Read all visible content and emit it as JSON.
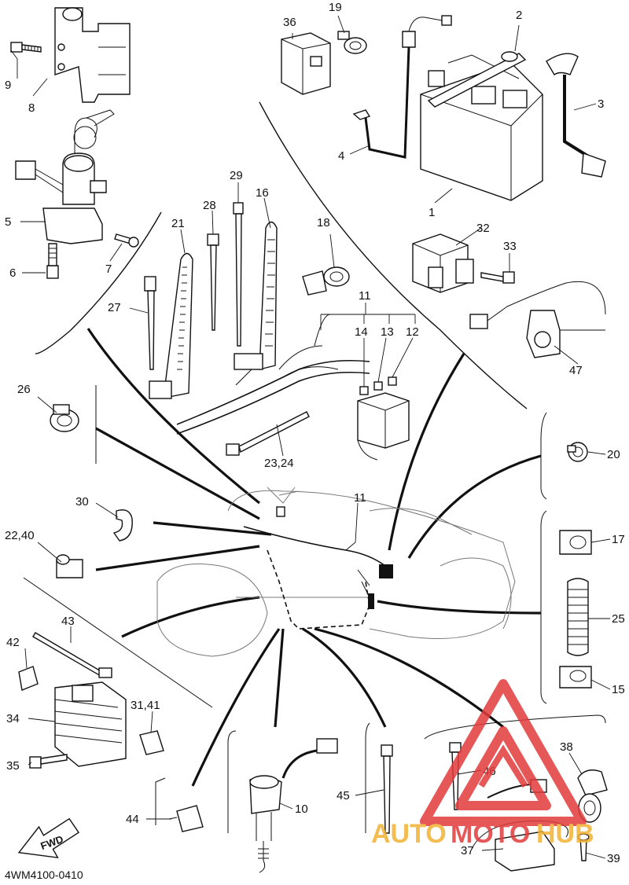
{
  "diagram": {
    "code": "4WM4100-0410",
    "fwd_label": "FWD",
    "labels": {
      "p1": "1",
      "p2": "2",
      "p3": "3",
      "p4": "4",
      "p5": "5",
      "p6": "6",
      "p7": "7",
      "p8": "8",
      "p9": "9",
      "p10": "10",
      "p11_top": "11",
      "p11_mid": "11",
      "p12": "12",
      "p13": "13",
      "p14": "14",
      "p15": "15",
      "p16": "16",
      "p17": "17",
      "p18": "18",
      "p19": "19",
      "p20": "20",
      "p21": "21",
      "p22_40": "22,40",
      "p23_24": "23,24",
      "p25": "25",
      "p26": "26",
      "p27": "27",
      "p28": "28",
      "p29": "29",
      "p30": "30",
      "p31_41": "31,41",
      "p32": "32",
      "p33": "33",
      "p34": "34",
      "p35": "35",
      "p36": "36",
      "p37": "37",
      "p38": "38",
      "p39": "39",
      "p42": "42",
      "p43": "43",
      "p44": "44",
      "p45": "45",
      "p46": "46",
      "p47": "47"
    }
  },
  "watermark": {
    "part1": "AUTO",
    "part2": "MOTO",
    "part3": "HUB",
    "color_red": "#e23b3b",
    "color_yellow": "#f2b233"
  }
}
